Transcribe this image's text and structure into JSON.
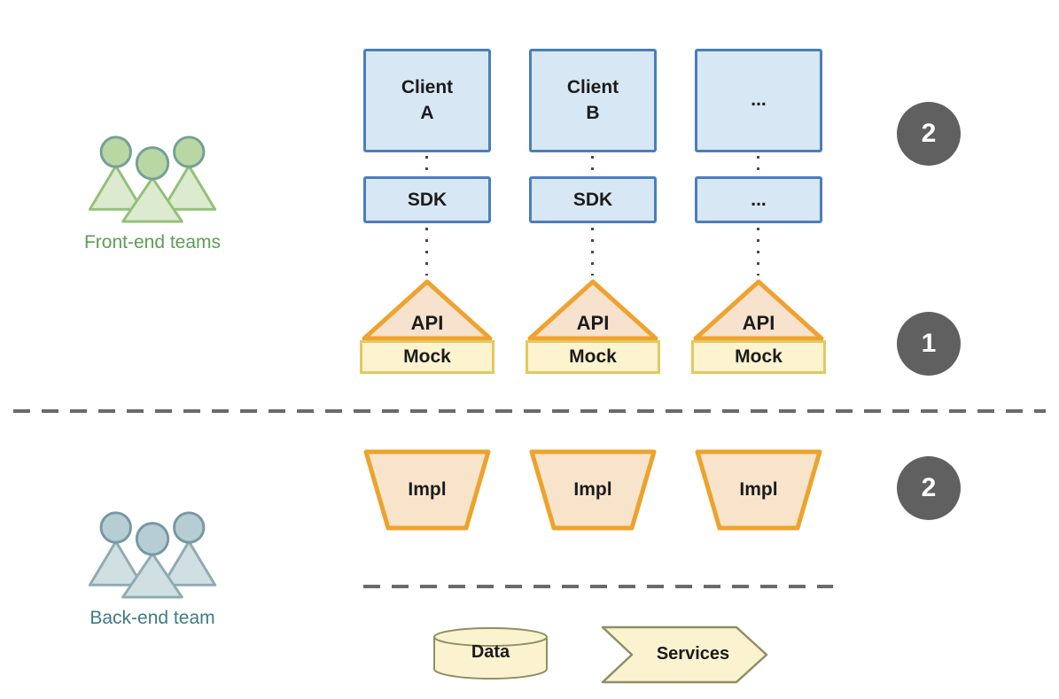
{
  "teams": {
    "frontend": {
      "label": "Front-end teams",
      "label_color": "#5b9e52"
    },
    "backend": {
      "label": "Back-end team",
      "label_color": "#3e7b85"
    }
  },
  "columns": [
    {
      "client": "Client\nA",
      "sdk": "SDK",
      "api": "API",
      "mock": "Mock",
      "impl": "Impl"
    },
    {
      "client": "Client\nB",
      "sdk": "SDK",
      "api": "API",
      "mock": "Mock",
      "impl": "Impl"
    },
    {
      "client": "...",
      "sdk": "...",
      "api": "API",
      "mock": "Mock",
      "impl": "Impl"
    }
  ],
  "steps": [
    {
      "value": "2"
    },
    {
      "value": "1"
    },
    {
      "value": "2"
    }
  ],
  "legend": {
    "data_label": "Data",
    "services_label": "Services"
  },
  "colors": {
    "client_fill": "#d8e7f4",
    "client_border": "#4a7ebb",
    "api_fill": "#f6e2cd",
    "api_border": "#efa22f",
    "mock_fill": "#fdf4cf",
    "mock_border": "#e4c95e",
    "impl_fill": "#f8e4cb",
    "impl_border": "#eca32d",
    "badge_bg": "#606060",
    "divider": "#6a6a6a",
    "legend_fill": "#fbf3d0",
    "legend_border": "#8e9063",
    "frontend_head_fill": "#b9d7a2",
    "frontend_body_fill": "#dcead0",
    "backend_head_fill": "#b6ced3",
    "backend_body_fill": "#cfdfe2"
  }
}
